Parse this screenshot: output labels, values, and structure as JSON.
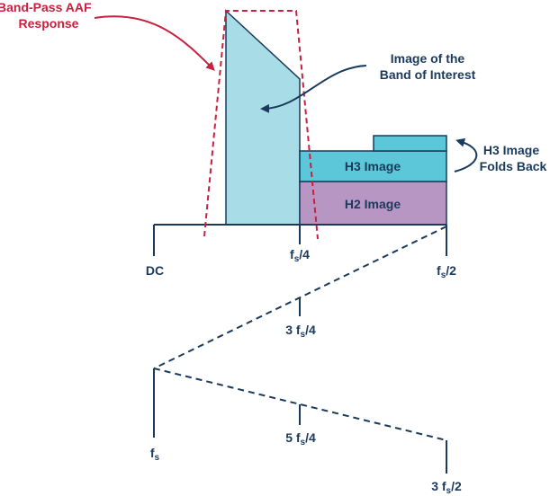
{
  "labels": {
    "aaf_line1": "Band-Pass AAF",
    "aaf_line2": "Response",
    "image_line1": "Image of the",
    "image_line2": "Band of Interest",
    "h3_folds_line1": "H3 Image",
    "h3_folds_line2": "Folds Back",
    "h3_image": "H3 Image",
    "h2_image": "H2 Image"
  },
  "axis": {
    "dc": "DC",
    "fs4_f": "f",
    "fs4_s": "s",
    "fs4_rest": "/4",
    "fs2_f": "f",
    "fs2_s": "s",
    "fs2_rest": "/2",
    "fs34_pre": "3 f",
    "fs34_s": "s",
    "fs34_rest": "/4",
    "fs_f": "f",
    "fs_s": "s",
    "fs54_pre": "5 f",
    "fs54_s": "s",
    "fs54_rest": "/4",
    "fs32_pre": "3 f",
    "fs32_s": "s",
    "fs32_rest": "/2"
  },
  "colors": {
    "axis": "#1a3a5c",
    "aaf": "#c8203f",
    "band": "#a8dce6",
    "h3": "#5cc7d8",
    "h2": "#b896c4"
  }
}
